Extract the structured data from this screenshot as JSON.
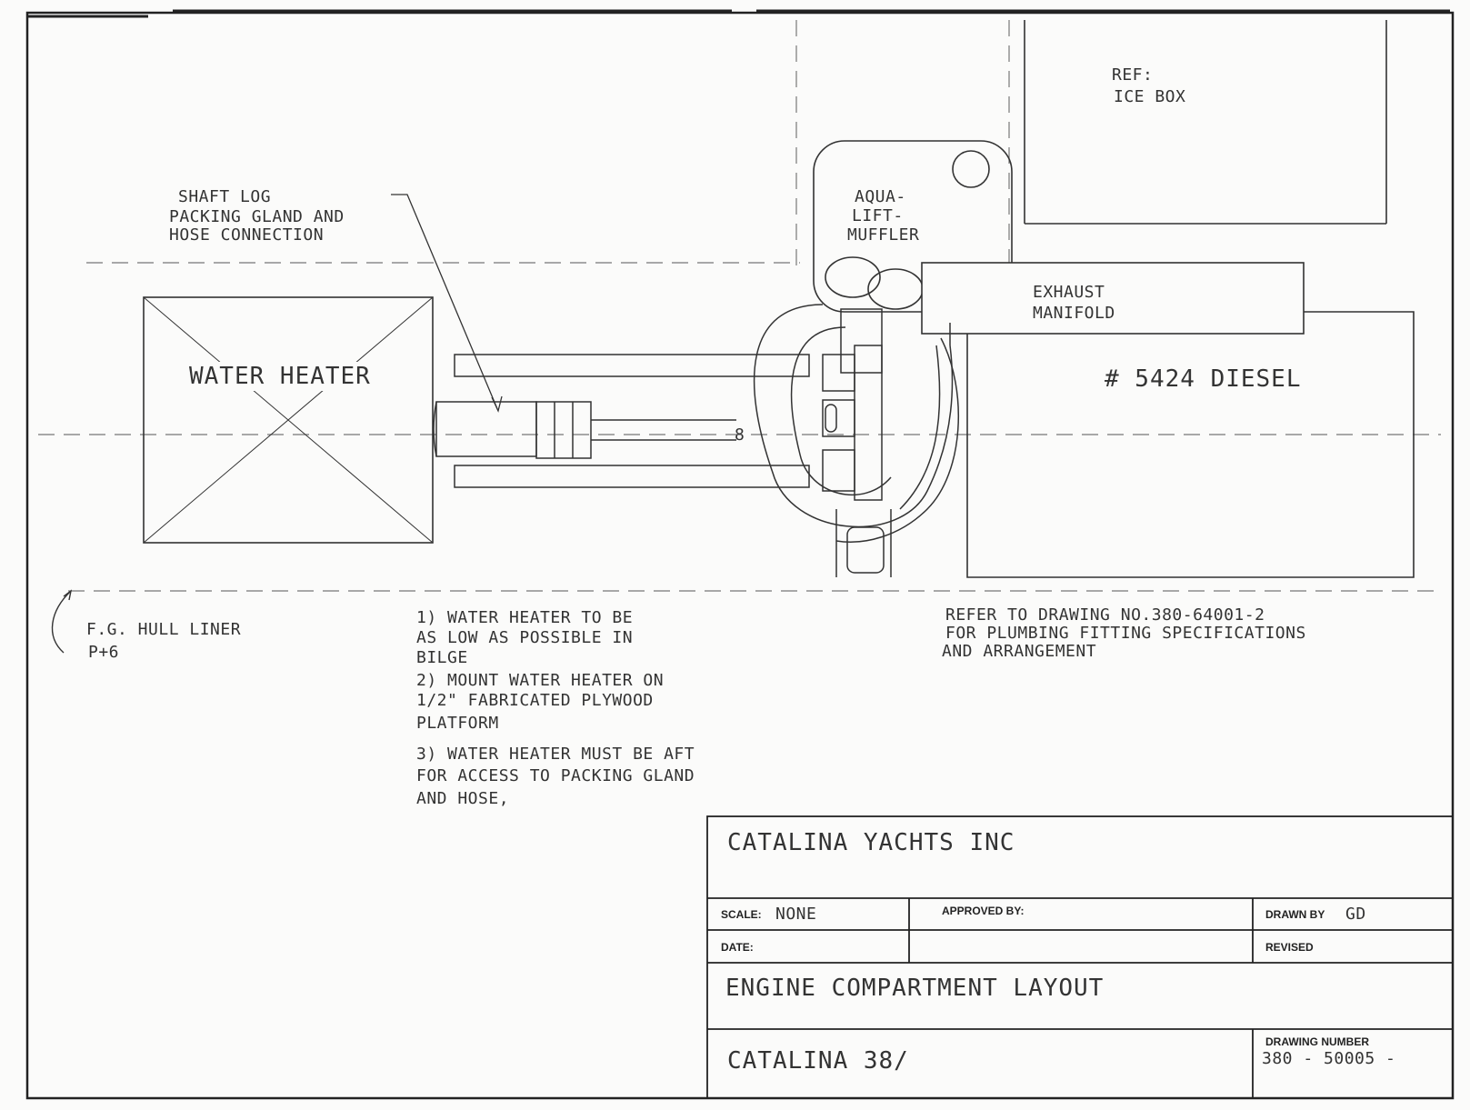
{
  "components": {
    "water_heater": "WATER HEATER",
    "ice_box": [
      "REF:",
      "ICE BOX"
    ],
    "muffler": [
      "AQUA-",
      "LIFT-",
      "MUFFLER"
    ],
    "exhaust": [
      "EXHAUST",
      "MANIFOLD"
    ],
    "diesel": "# 5424 DIESEL"
  },
  "callouts": {
    "shaft_log": [
      "SHAFT LOG",
      "PACKING GLAND AND",
      "HOSE CONNECTION"
    ],
    "hull_liner": [
      "F.G. HULL LINER",
      "P+6"
    ],
    "shaft_mark": "8"
  },
  "notes": {
    "lines": [
      "1)  WATER HEATER TO BE",
      "     AS LOW AS POSSIBLE IN",
      "     BILGE",
      "2) MOUNT WATER HEATER ON",
      "     1/2\" FABRICATED PLYWOOD",
      "     PLATFORM",
      "3) WATER HEATER MUST BE AFT",
      "     FOR ACCESS TO PACKING GLAND",
      "     AND HOSE,"
    ],
    "refer": [
      "REFER TO DRAWING NO.380-64001-2",
      "FOR PLUMBING FITTING SPECIFICATIONS",
      "AND ARRANGEMENT"
    ]
  },
  "title_block": {
    "company": "CATALINA YACHTS INC",
    "scale_label": "SCALE:",
    "scale_value": "NONE",
    "approved_label": "APPROVED BY:",
    "drawn_label": "DRAWN BY",
    "drawn_value": "GD",
    "date_label": "DATE:",
    "revised_label": "REVISED",
    "title": "ENGINE COMPARTMENT LAYOUT",
    "model": "CATALINA 38/",
    "drawing_number_label": "DRAWING NUMBER",
    "drawing_number": "380 - 50005 -"
  }
}
